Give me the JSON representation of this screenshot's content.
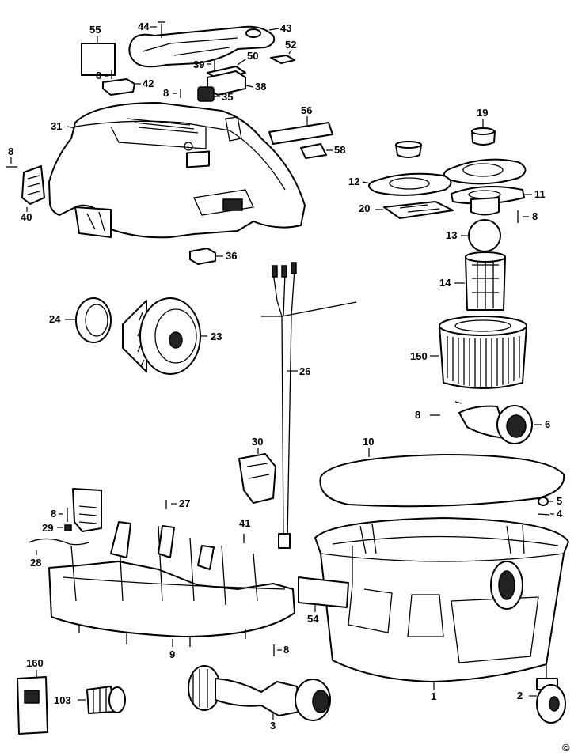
{
  "labels": {
    "p55": "55",
    "p44": "44",
    "p43": "43",
    "p52": "52",
    "p39": "39",
    "p50": "50",
    "p8a": "8",
    "p42": "42",
    "p38": "38",
    "p8b": "8",
    "p35": "35",
    "p56": "56",
    "p19": "19",
    "p31": "31",
    "p8c": "8",
    "p58": "58",
    "p12": "12",
    "p11": "11",
    "p40": "40",
    "p20": "20",
    "p8d": "8",
    "p13": "13",
    "p36": "36",
    "p14": "14",
    "p24": "24",
    "p23": "23",
    "p150": "150",
    "p26": "26",
    "p8e": "8",
    "p6": "6",
    "p30": "30",
    "p10": "10",
    "p27": "27",
    "p5": "5",
    "p4": "4",
    "p8f": "8",
    "p29": "29",
    "p41": "41",
    "p28": "28",
    "p54": "54",
    "p9": "9",
    "p8g": "8",
    "p160": "160",
    "p1": "1",
    "p2": "2",
    "p103": "103",
    "p3": "3"
  },
  "copyright": "©"
}
